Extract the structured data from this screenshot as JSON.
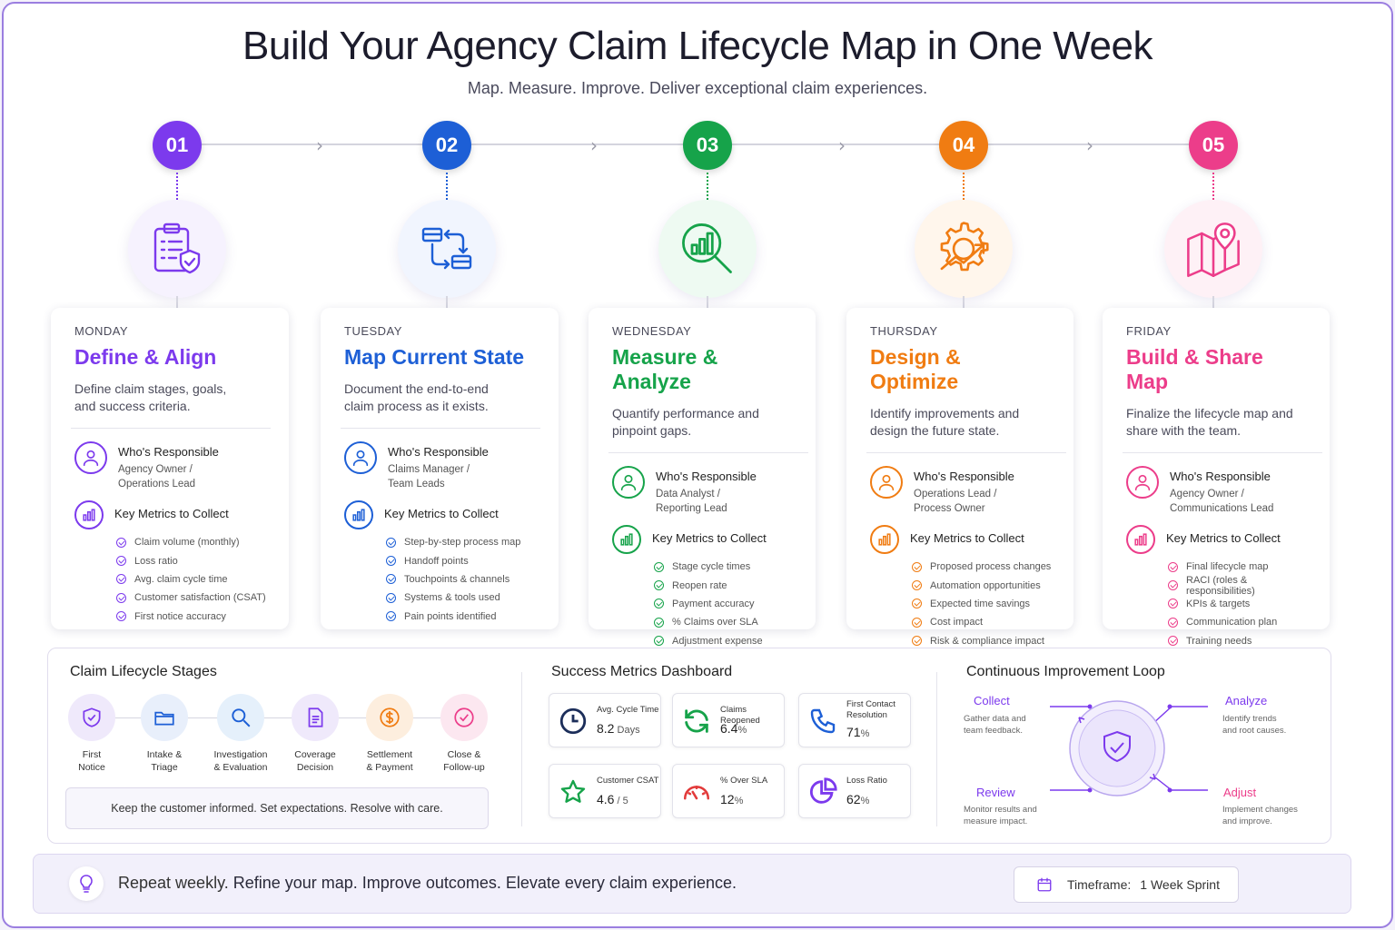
{
  "header": {
    "title": "Build Your Agency Claim Lifecycle Map in One Week",
    "subtitle": "Map. Measure. Improve. Deliver exceptional claim experiences."
  },
  "steps": [
    {
      "number": "01",
      "color": "#7c3aed",
      "icon": "clipboard-shield-icon",
      "day": "MONDAY",
      "title": "Define & Align",
      "desc1": "Define claim stages, goals,",
      "desc2": "and success criteria.",
      "resp_label": "Who's Responsible",
      "resp1": "Agency Owner /",
      "resp2": "Operations Lead",
      "metrics_label": "Key Metrics to Collect",
      "metrics": [
        "Claim volume (monthly)",
        "Loss ratio",
        "Avg. claim cycle time",
        "Customer satisfaction (CSAT)",
        "First notice accuracy"
      ]
    },
    {
      "number": "02",
      "color": "#1d5fd6",
      "icon": "process-flow-icon",
      "day": "TUESDAY",
      "title": "Map Current State",
      "desc1": "Document the end-to-end",
      "desc2": "claim process as it exists.",
      "resp_label": "Who's Responsible",
      "resp1": "Claims Manager /",
      "resp2": "Team Leads",
      "metrics_label": "Key Metrics to Collect",
      "metrics": [
        "Step-by-step process map",
        "Handoff points",
        "Touchpoints & channels",
        "Systems & tools used",
        "Pain points identified"
      ]
    },
    {
      "number": "03",
      "color": "#16a34a",
      "icon": "magnifier-chart-icon",
      "day": "WEDNESDAY",
      "title": "Measure & Analyze",
      "desc1": "Quantify performance and",
      "desc2": "pinpoint gaps.",
      "resp_label": "Who's Responsible",
      "resp1": "Data Analyst /",
      "resp2": "Reporting Lead",
      "metrics_label": "Key Metrics to Collect",
      "metrics": [
        "Stage cycle times",
        "Reopen rate",
        "Payment accuracy",
        "% Claims over SLA",
        "Adjustment expense"
      ]
    },
    {
      "number": "04",
      "color": "#f07c12",
      "icon": "gear-growth-icon",
      "day": "THURSDAY",
      "title": "Design & Optimize",
      "desc1": "Identify improvements and",
      "desc2": "design the future state.",
      "resp_label": "Who's Responsible",
      "resp1": "Operations Lead /",
      "resp2": "Process Owner",
      "metrics_label": "Key Metrics to Collect",
      "metrics": [
        "Proposed process changes",
        "Automation opportunities",
        "Expected time savings",
        "Cost impact",
        "Risk & compliance impact"
      ]
    },
    {
      "number": "05",
      "color": "#ec3d8a",
      "icon": "map-pin-icon",
      "day": "FRIDAY",
      "title": "Build & Share Map",
      "desc1": "Finalize the lifecycle map and",
      "desc2": "share with the team.",
      "resp_label": "Who's Responsible",
      "resp1": "Agency Owner /",
      "resp2": "Communications Lead",
      "metrics_label": "Key Metrics to Collect",
      "metrics": [
        "Final lifecycle map",
        "RACI (roles & responsibilities)",
        "KPIs & targets",
        "Communication plan",
        "Training needs"
      ]
    }
  ],
  "stages": {
    "title": "Claim Lifecycle Stages",
    "items": [
      {
        "l1": "First",
        "l2": "Notice",
        "color": "#7c3aed",
        "bg": "#efe9fb",
        "icon": "shield-icon"
      },
      {
        "l1": "Intake &",
        "l2": "Triage",
        "color": "#1d5fd6",
        "bg": "#e8effb",
        "icon": "folder-icon"
      },
      {
        "l1": "Investigation",
        "l2": "& Evaluation",
        "color": "#1d5fd6",
        "bg": "#e5f0fb",
        "icon": "search-icon"
      },
      {
        "l1": "Coverage",
        "l2": "Decision",
        "color": "#7c3aed",
        "bg": "#efe9fb",
        "icon": "document-icon"
      },
      {
        "l1": "Settlement",
        "l2": "& Payment",
        "color": "#f07c12",
        "bg": "#fdeede",
        "icon": "dollar-icon"
      },
      {
        "l1": "Close &",
        "l2": "Follow-up",
        "color": "#ec3d8a",
        "bg": "#fce7f0",
        "icon": "check-circle-icon"
      }
    ],
    "note": "Keep the customer informed. Set expectations. Resolve with care."
  },
  "dashboard": {
    "title": "Success Metrics Dashboard",
    "cards": [
      {
        "label1": "Avg. Cycle Time",
        "label2": "",
        "value": "8.2",
        "unit": " Days",
        "icon": "clock-icon",
        "color": "#1c2e5a"
      },
      {
        "label1": "Claims Reopened",
        "label2": "",
        "value": "6.4",
        "unit": "%",
        "icon": "refresh-icon",
        "color": "#16a34a"
      },
      {
        "label1": "First Contact",
        "label2": "Resolution",
        "value": "71",
        "unit": "%",
        "icon": "phone-icon",
        "color": "#1d5fd6"
      },
      {
        "label1": "Customer CSAT",
        "label2": "",
        "value": "4.6",
        "unit": " / 5",
        "icon": "star-icon",
        "color": "#16a34a"
      },
      {
        "label1": "% Over SLA",
        "label2": "",
        "value": "12",
        "unit": "%",
        "icon": "gauge-icon",
        "color": "#e23a3a"
      },
      {
        "label1": "Loss Ratio",
        "label2": "",
        "value": "62",
        "unit": "%",
        "icon": "pie-chart-icon",
        "color": "#7c3aed"
      }
    ]
  },
  "loop": {
    "title": "Continuous Improvement Loop",
    "collect": {
      "label": "Collect",
      "d1": "Gather data and",
      "d2": "team feedback."
    },
    "analyze": {
      "label": "Analyze",
      "d1": "Identify trends",
      "d2": "and root causes."
    },
    "review": {
      "label": "Review",
      "d1": "Monitor results and",
      "d2": "measure impact."
    },
    "adjust": {
      "label": "Adjust",
      "d1": "Implement changes",
      "d2": "and improve."
    },
    "center_icon": "shield-check-icon"
  },
  "footer": {
    "lead": "Repeat weekly. ",
    "message": "Refine your map. Improve outcomes. Elevate every claim experience.",
    "timeframe_label": "Timeframe:",
    "timeframe_value": "1 Week Sprint"
  }
}
